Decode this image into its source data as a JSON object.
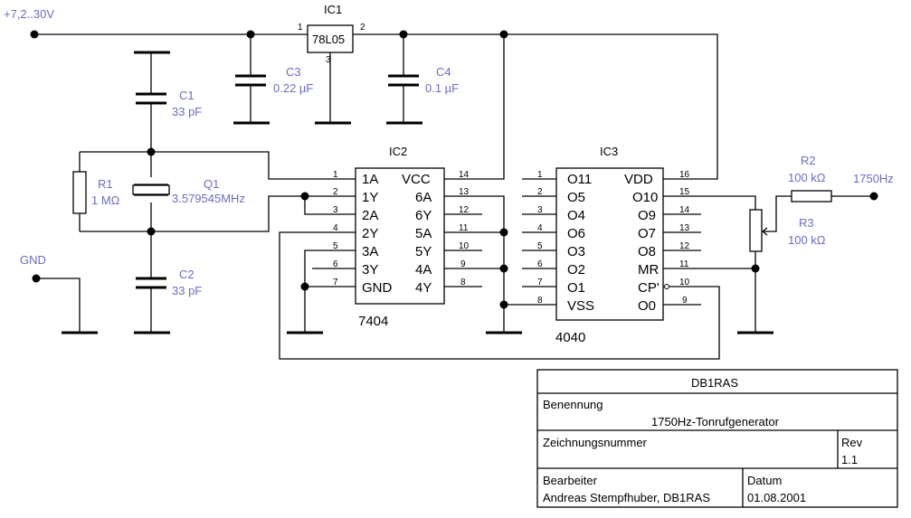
{
  "supply": {
    "vin": "+7,2..30V",
    "gnd": "GND",
    "out": "1750Hz"
  },
  "ic1": {
    "ref": "IC1",
    "type": "78L05",
    "pin_in": "1",
    "pin_out": "2",
    "pin_gnd": "3"
  },
  "ic2": {
    "ref": "IC2",
    "type": "7404",
    "left_pins": [
      {
        "num": "1",
        "name": "1A"
      },
      {
        "num": "2",
        "name": "1Y"
      },
      {
        "num": "3",
        "name": "2A"
      },
      {
        "num": "4",
        "name": "2Y"
      },
      {
        "num": "5",
        "name": "3A"
      },
      {
        "num": "6",
        "name": "3Y"
      },
      {
        "num": "7",
        "name": "GND"
      }
    ],
    "right_pins": [
      {
        "num": "14",
        "name": "VCC"
      },
      {
        "num": "13",
        "name": "6A"
      },
      {
        "num": "12",
        "name": "6Y"
      },
      {
        "num": "11",
        "name": "5A"
      },
      {
        "num": "10",
        "name": "5Y"
      },
      {
        "num": "9",
        "name": "4A"
      },
      {
        "num": "8",
        "name": "4Y"
      }
    ]
  },
  "ic3": {
    "ref": "IC3",
    "type": "4040",
    "left_pins": [
      {
        "num": "1",
        "name": "O11"
      },
      {
        "num": "2",
        "name": "O5"
      },
      {
        "num": "3",
        "name": "O4"
      },
      {
        "num": "4",
        "name": "O6"
      },
      {
        "num": "5",
        "name": "O3"
      },
      {
        "num": "6",
        "name": "O2"
      },
      {
        "num": "7",
        "name": "O1"
      },
      {
        "num": "8",
        "name": "VSS"
      }
    ],
    "right_pins": [
      {
        "num": "16",
        "name": "VDD"
      },
      {
        "num": "15",
        "name": "O10"
      },
      {
        "num": "14",
        "name": "O9"
      },
      {
        "num": "13",
        "name": "O7"
      },
      {
        "num": "12",
        "name": "O8"
      },
      {
        "num": "11",
        "name": "MR"
      },
      {
        "num": "10",
        "name": "CP'"
      },
      {
        "num": "9",
        "name": "O0"
      }
    ]
  },
  "components": {
    "c1": {
      "ref": "C1",
      "value": "33 pF"
    },
    "c2": {
      "ref": "C2",
      "value": "33 pF"
    },
    "c3": {
      "ref": "C3",
      "value": "0.22 µF"
    },
    "c4": {
      "ref": "C4",
      "value": "0.1 µF"
    },
    "r1": {
      "ref": "R1",
      "value": "1 MΩ"
    },
    "r2": {
      "ref": "R2",
      "value": "100 kΩ"
    },
    "r3": {
      "ref": "R3",
      "value": "100 kΩ"
    },
    "q1": {
      "ref": "Q1",
      "value": "3.579545MHz"
    }
  },
  "title_block": {
    "author_short": "DB1RAS",
    "name_label": "Benennung",
    "name_value": "1750Hz-Tonrufgenerator",
    "drawing_label": "Zeichnungsnummer",
    "rev_label": "Rev",
    "rev_value": "1.1",
    "editor_label": "Bearbeiter",
    "editor_value": "Andreas Stempfhuber, DB1RAS",
    "date_label": "Datum",
    "date_value": "01.08.2001"
  }
}
